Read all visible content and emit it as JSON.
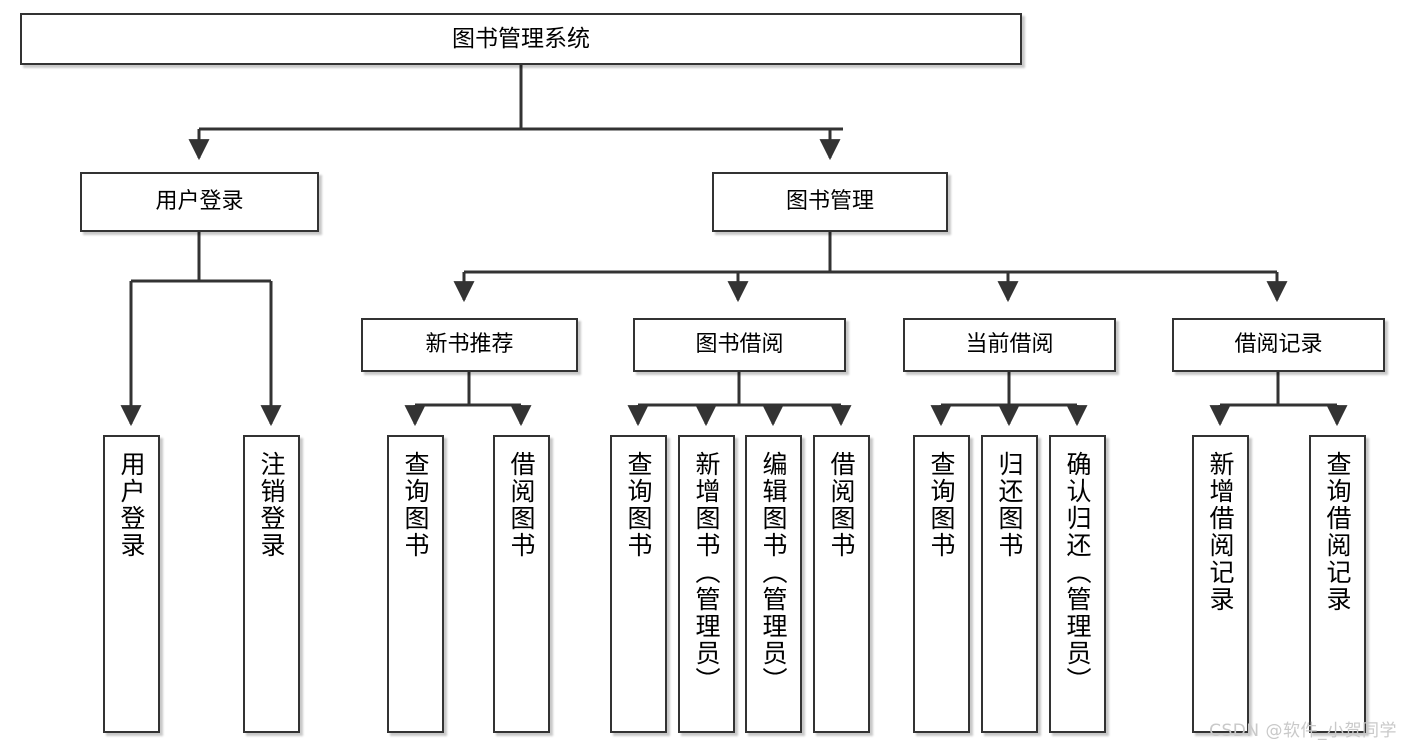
{
  "diagram": {
    "title_node": {
      "label": "图书管理系统"
    },
    "level2": [
      {
        "id": "user-login",
        "label": "用户登录"
      },
      {
        "id": "book-manage",
        "label": "图书管理"
      }
    ],
    "level3": [
      {
        "id": "new-book-recommend",
        "label": "新书推荐"
      },
      {
        "id": "book-borrow",
        "label": "图书借阅"
      },
      {
        "id": "current-borrow",
        "label": "当前借阅"
      },
      {
        "id": "borrow-record",
        "label": "借阅记录"
      }
    ],
    "leaves": [
      {
        "id": "leaf-user-login",
        "label": "用户登录"
      },
      {
        "id": "leaf-logout-login",
        "label": "注销登录"
      },
      {
        "id": "leaf-query-book-1",
        "label": "查询图书"
      },
      {
        "id": "leaf-borrow-book-1",
        "label": "借阅图书"
      },
      {
        "id": "leaf-query-book-2",
        "label": "查询图书"
      },
      {
        "id": "leaf-add-book",
        "label": "新增图书（管理员）"
      },
      {
        "id": "leaf-edit-book",
        "label": "编辑图书（管理员）"
      },
      {
        "id": "leaf-borrow-book-2",
        "label": "借阅图书"
      },
      {
        "id": "leaf-query-book-3",
        "label": "查询图书"
      },
      {
        "id": "leaf-return-book",
        "label": "归还图书"
      },
      {
        "id": "leaf-confirm-return",
        "label": "确认归还（管理员）"
      },
      {
        "id": "leaf-add-record",
        "label": "新增借阅记录"
      },
      {
        "id": "leaf-query-record",
        "label": "查询借阅记录"
      }
    ]
  },
  "watermark": {
    "text": "CSDN @软件_小贺同学"
  },
  "colors": {
    "border": "#333333",
    "background": "#ffffff",
    "text": "#000000",
    "watermark": "#c9c9c9"
  }
}
